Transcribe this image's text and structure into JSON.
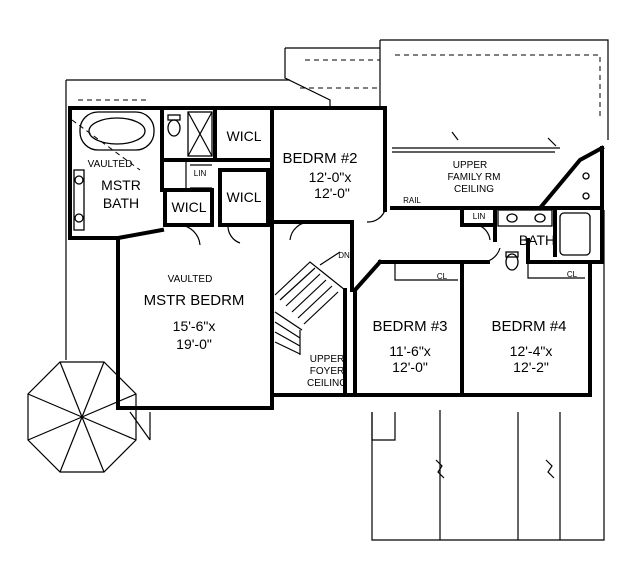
{
  "rooms": {
    "vaulted_bath": "VAULTED",
    "mstr_bath_line1": "MSTR",
    "mstr_bath_line2": "BATH",
    "lin_1": "LIN",
    "wicl_1": "WICL",
    "wicl_2": "WICL",
    "wicl_3": "WICL",
    "bedrm2": {
      "name": "BEDRM #2",
      "dim1": "12'-0\"x",
      "dim2": "12'-0\""
    },
    "upper_family": {
      "line1": "UPPER",
      "line2": "FAMILY RM",
      "line3": "CEILING"
    },
    "rail": "RAIL",
    "lin_2": "LIN",
    "bath": "BATH",
    "dn": "DN",
    "vaulted_mstr": "VAULTED",
    "mstr_bedrm": {
      "name": "MSTR BEDRM",
      "dim1": "15'-6\"x",
      "dim2": "19'-0\""
    },
    "bedrm3": {
      "name": "BEDRM #3",
      "dim1": "11'-6\"x",
      "dim2": "12'-0\""
    },
    "bedrm4": {
      "name": "BEDRM #4",
      "dim1": "12'-4\"x",
      "dim2": "12'-2\""
    },
    "cl_1": "CL",
    "cl_2": "CL",
    "upper_foyer": {
      "line1": "UPPER",
      "line2": "FOYER",
      "line3": "CEILING"
    }
  }
}
